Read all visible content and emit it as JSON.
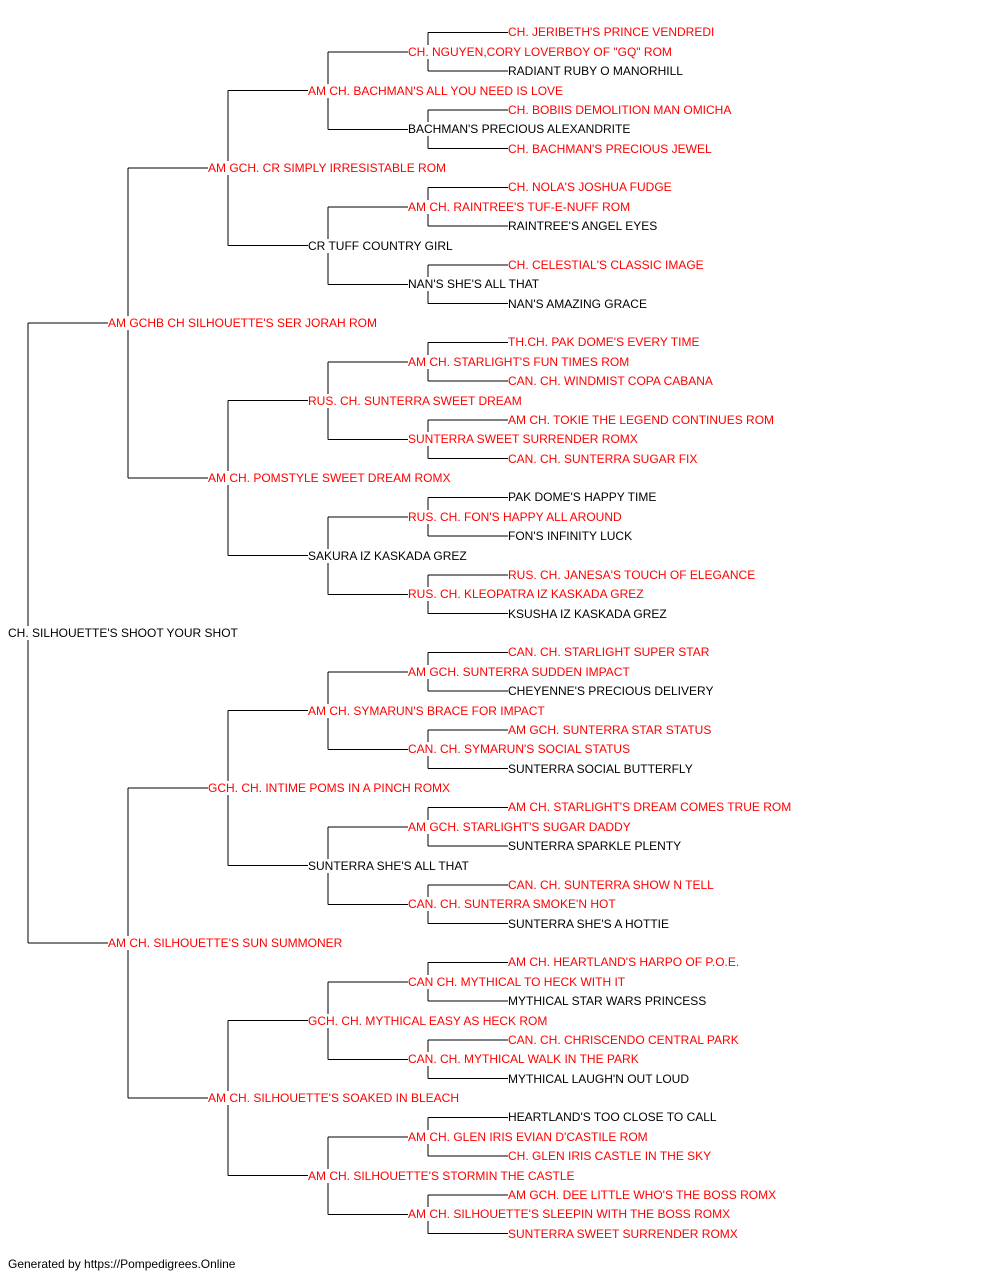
{
  "colors": {
    "titled": "#ff0000",
    "untitled": "#000000",
    "lines": "#000000"
  },
  "pedigree": {
    "name": "CH. SILHOUETTE'S SHOOT YOUR SHOT",
    "titled": false,
    "sire": {
      "name": "AM GCHB CH SILHOUETTE'S SER JORAH ROM",
      "titled": true,
      "sire": {
        "name": "AM GCH. CR SIMPLY IRRESISTABLE ROM",
        "titled": true,
        "sire": {
          "name": "AM CH. BACHMAN'S ALL YOU NEED IS LOVE",
          "titled": true,
          "sire": {
            "name": "CH. NGUYEN,CORY LOVERBOY OF \"GQ\" ROM",
            "titled": true,
            "sire": {
              "name": "CH. JERIBETH'S PRINCE VENDREDI",
              "titled": true
            },
            "dam": {
              "name": "RADIANT RUBY O MANORHILL",
              "titled": false
            }
          },
          "dam": {
            "name": "BACHMAN'S PRECIOUS ALEXANDRITE",
            "titled": false,
            "sire": {
              "name": "CH. BOBIIS DEMOLITION MAN OMICHA",
              "titled": true
            },
            "dam": {
              "name": "CH. BACHMAN'S PRECIOUS JEWEL",
              "titled": true
            }
          }
        },
        "dam": {
          "name": "CR TUFF COUNTRY GIRL",
          "titled": false,
          "sire": {
            "name": "AM CH. RAINTREE'S TUF-E-NUFF ROM",
            "titled": true,
            "sire": {
              "name": "CH. NOLA'S JOSHUA FUDGE",
              "titled": true
            },
            "dam": {
              "name": "RAINTREE'S ANGEL EYES",
              "titled": false
            }
          },
          "dam": {
            "name": "NAN'S SHE'S ALL THAT",
            "titled": false,
            "sire": {
              "name": "CH. CELESTIAL'S CLASSIC IMAGE",
              "titled": true
            },
            "dam": {
              "name": "NAN'S AMAZING GRACE",
              "titled": false
            }
          }
        }
      },
      "dam": {
        "name": "AM CH. POMSTYLE SWEET DREAM ROMX",
        "titled": true,
        "sire": {
          "name": "RUS. CH. SUNTERRA SWEET DREAM",
          "titled": true,
          "sire": {
            "name": "AM CH. STARLIGHT'S FUN TIMES ROM",
            "titled": true,
            "sire": {
              "name": "TH.CH. PAK DOME'S EVERY TIME",
              "titled": true
            },
            "dam": {
              "name": "CAN. CH. WINDMIST COPA CABANA",
              "titled": true
            }
          },
          "dam": {
            "name": "SUNTERRA SWEET SURRENDER ROMX",
            "titled": true,
            "sire": {
              "name": "AM CH. TOKIE THE LEGEND CONTINUES ROM",
              "titled": true
            },
            "dam": {
              "name": "CAN. CH. SUNTERRA SUGAR FIX",
              "titled": true
            }
          }
        },
        "dam": {
          "name": "SAKURA IZ KASKADA GREZ",
          "titled": false,
          "sire": {
            "name": "RUS. CH. FON'S HAPPY ALL AROUND",
            "titled": true,
            "sire": {
              "name": "PAK DOME'S HAPPY TIME",
              "titled": false
            },
            "dam": {
              "name": "FON'S INFINITY LUCK",
              "titled": false
            }
          },
          "dam": {
            "name": "RUS. CH. KLEOPATRA IZ KASKADA GREZ",
            "titled": true,
            "sire": {
              "name": "RUS. CH. JANESA'S TOUCH OF ELEGANCE",
              "titled": true
            },
            "dam": {
              "name": "KSUSHA IZ KASKADA GREZ",
              "titled": false
            }
          }
        }
      }
    },
    "dam": {
      "name": "AM CH. SILHOUETTE'S SUN SUMMONER",
      "titled": true,
      "sire": {
        "name": "GCH. CH. INTIME POMS IN A PINCH ROMX",
        "titled": true,
        "sire": {
          "name": "AM CH. SYMARUN'S BRACE FOR IMPACT",
          "titled": true,
          "sire": {
            "name": "AM GCH. SUNTERRA SUDDEN IMPACT",
            "titled": true,
            "sire": {
              "name": "CAN. CH. STARLIGHT SUPER STAR",
              "titled": true
            },
            "dam": {
              "name": "CHEYENNE'S PRECIOUS DELIVERY",
              "titled": false
            }
          },
          "dam": {
            "name": "CAN. CH. SYMARUN'S SOCIAL STATUS",
            "titled": true,
            "sire": {
              "name": "AM GCH. SUNTERRA STAR STATUS",
              "titled": true
            },
            "dam": {
              "name": "SUNTERRA SOCIAL BUTTERFLY",
              "titled": false
            }
          }
        },
        "dam": {
          "name": "SUNTERRA SHE'S ALL THAT",
          "titled": false,
          "sire": {
            "name": "AM GCH. STARLIGHT'S SUGAR DADDY",
            "titled": true,
            "sire": {
              "name": "AM CH. STARLIGHT'S DREAM COMES TRUE ROM",
              "titled": true
            },
            "dam": {
              "name": "SUNTERRA SPARKLE PLENTY",
              "titled": false
            }
          },
          "dam": {
            "name": "CAN. CH. SUNTERRA SMOKE'N HOT",
            "titled": true,
            "sire": {
              "name": "CAN. CH. SUNTERRA SHOW N TELL",
              "titled": true
            },
            "dam": {
              "name": "SUNTERRA SHE'S A HOTTIE",
              "titled": false
            }
          }
        }
      },
      "dam": {
        "name": "AM CH. SILHOUETTE'S SOAKED IN BLEACH",
        "titled": true,
        "sire": {
          "name": "GCH. CH. MYTHICAL EASY AS HECK ROM",
          "titled": true,
          "sire": {
            "name": "CAN CH. MYTHICAL TO HECK WITH IT",
            "titled": true,
            "sire": {
              "name": "AM CH. HEARTLAND'S HARPO OF P.O.E.",
              "titled": true
            },
            "dam": {
              "name": "MYTHICAL STAR WARS PRINCESS",
              "titled": false
            }
          },
          "dam": {
            "name": "CAN. CH. MYTHICAL WALK IN THE PARK",
            "titled": true,
            "sire": {
              "name": "CAN. CH. CHRISCENDO CENTRAL PARK",
              "titled": true
            },
            "dam": {
              "name": "MYTHICAL LAUGH'N OUT LOUD",
              "titled": false
            }
          }
        },
        "dam": {
          "name": "AM CH. SILHOUETTE'S STORMIN THE CASTLE",
          "titled": true,
          "sire": {
            "name": "AM CH. GLEN IRIS EVIAN D'CASTILE ROM",
            "titled": true,
            "sire": {
              "name": "HEARTLAND'S TOO CLOSE TO CALL",
              "titled": false
            },
            "dam": {
              "name": "CH. GLEN IRIS CASTLE IN THE SKY",
              "titled": true
            }
          },
          "dam": {
            "name": "AM CH. SILHOUETTE'S SLEEPIN WITH THE BOSS ROMX",
            "titled": true,
            "sire": {
              "name": "AM GCH. DEE LITTLE WHO'S THE BOSS ROMX",
              "titled": true
            },
            "dam": {
              "name": "SUNTERRA SWEET SURRENDER ROMX",
              "titled": true
            }
          }
        }
      }
    }
  },
  "footer": "Generated by https://Pompedigrees.Online"
}
